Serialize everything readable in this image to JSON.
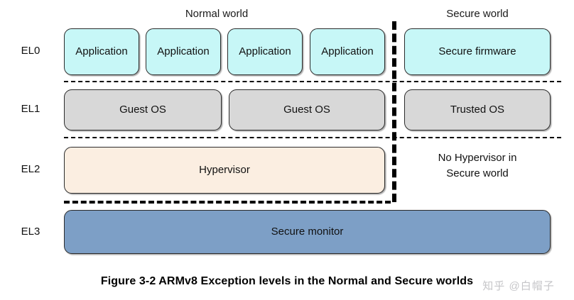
{
  "figure": {
    "caption": "Figure 3-2 ARMv8 Exception levels in the Normal and Secure worlds",
    "watermark": "知乎 @白帽子"
  },
  "worlds": {
    "normal_label": "Normal world",
    "secure_label": "Secure world"
  },
  "exception_levels": [
    {
      "label": "EL0"
    },
    {
      "label": "EL1"
    },
    {
      "label": "EL2"
    },
    {
      "label": "EL3"
    }
  ],
  "nodes": {
    "el0": {
      "normal": [
        {
          "label": "Application"
        },
        {
          "label": "Application"
        },
        {
          "label": "Application"
        },
        {
          "label": "Application"
        }
      ],
      "secure": [
        {
          "label": "Secure firmware"
        }
      ]
    },
    "el1": {
      "normal": [
        {
          "label": "Guest OS"
        },
        {
          "label": "Guest OS"
        }
      ],
      "secure": [
        {
          "label": "Trusted OS"
        }
      ]
    },
    "el2": {
      "normal": [
        {
          "label": "Hypervisor"
        }
      ],
      "secure_note": "No Hypervisor in\nSecure world"
    },
    "el3": {
      "span": [
        {
          "label": "Secure monitor"
        }
      ]
    }
  },
  "colors": {
    "application_fill": "#c7f7f7",
    "os_fill": "#d8d8d8",
    "hypervisor_fill": "#fbeee1",
    "secure_monitor_fill": "#7d9fc6",
    "stroke": "#2b2b2b",
    "background": "#ffffff"
  }
}
